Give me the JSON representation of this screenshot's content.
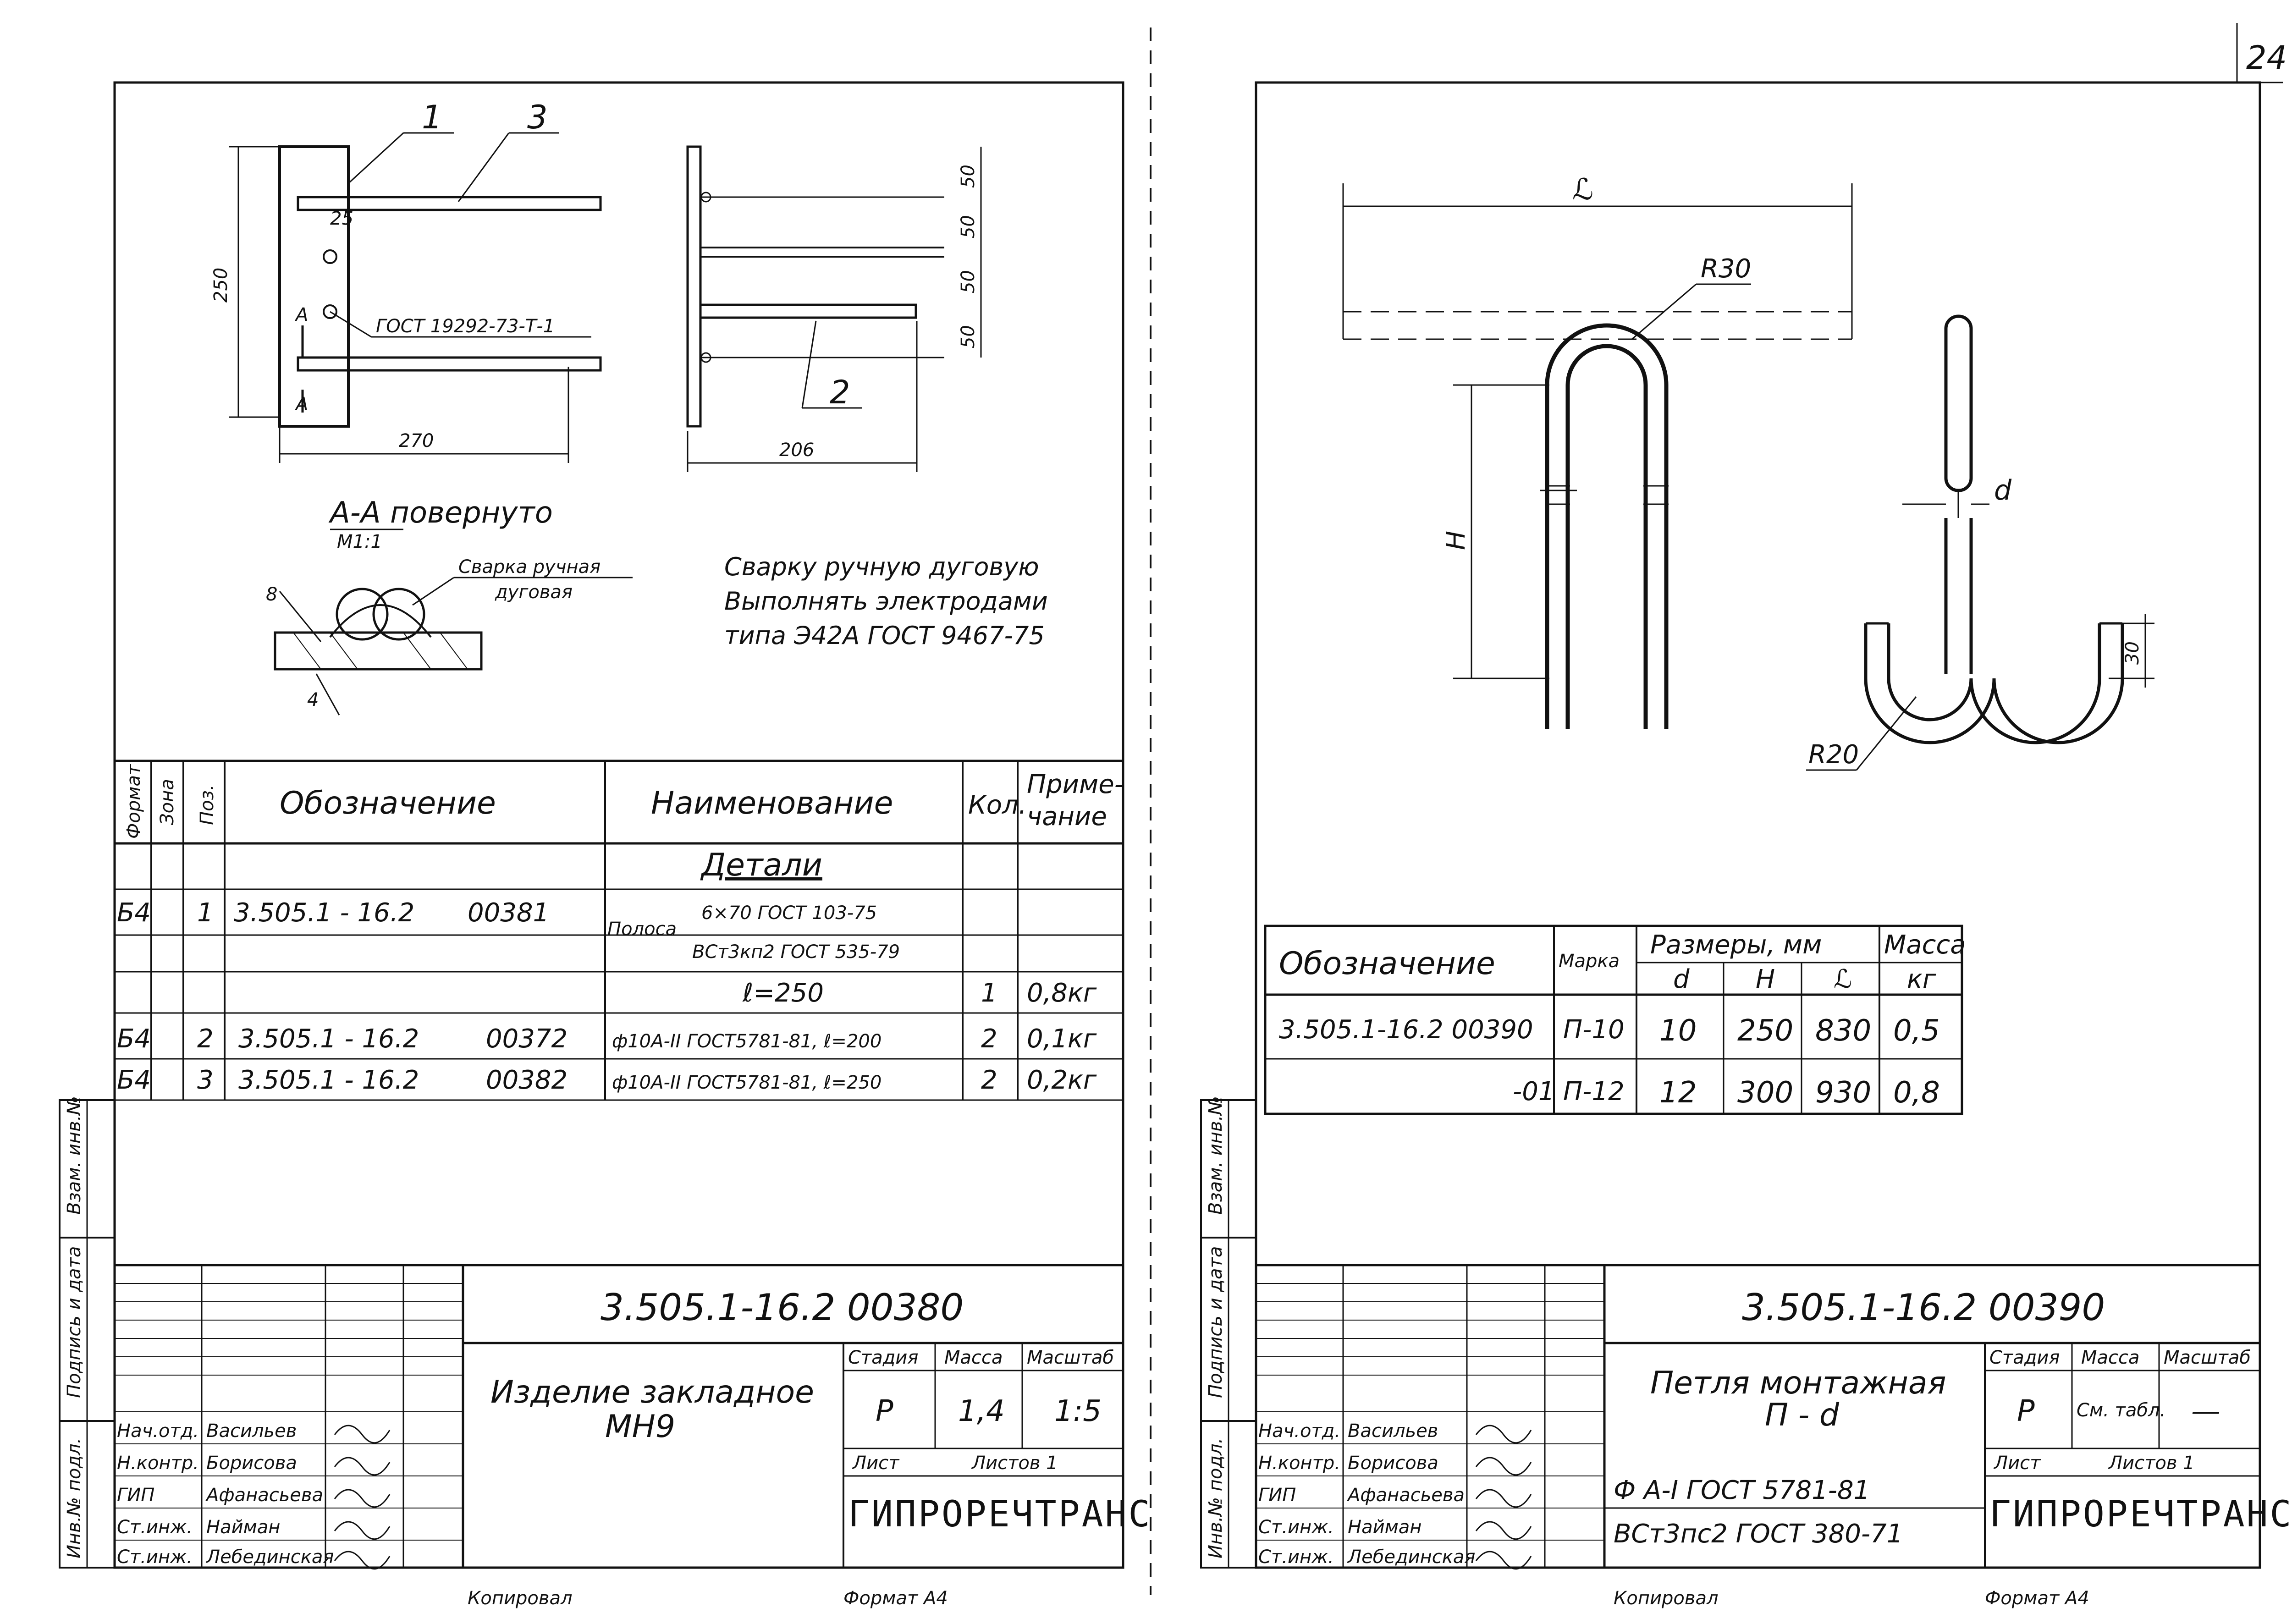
{
  "page_number": "24",
  "left": {
    "drawing": {
      "leaders": [
        "1",
        "3",
        "2"
      ],
      "dims": [
        "250",
        "25",
        "270",
        "206",
        "50",
        "50",
        "50",
        "50"
      ],
      "section_marks": [
        "А",
        "А"
      ],
      "gost_callout": "ГОСТ 19292-73-Т-1",
      "section_title": "А-А повернуто",
      "section_scale": "М1:1",
      "weld_label": "Сварка ручная",
      "weld_label2": "дуговая",
      "weld_dims": [
        "8",
        "4"
      ],
      "note_lines": [
        "Сварку ручную дуговую",
        "Выполнять электродами",
        "типа Э42А ГОСТ 9467-75"
      ]
    },
    "spec": {
      "headers": [
        "Формат",
        "Зона",
        "Поз.",
        "Обозначение",
        "Наименование",
        "Кол.",
        "Приме-",
        "чание"
      ],
      "section": "Детали",
      "rows": [
        {
          "fmt": "Б4",
          "pos": "1",
          "code": "3.505.1 - 16.2",
          "num": "00381",
          "name_prefix": "Полоса",
          "name1": "6×70 ГОСТ 103-75",
          "name2": "ВСт3кп2 ГОСТ 535-79",
          "name3": "ℓ=250",
          "qty": "1",
          "note": "0,8кг"
        },
        {
          "fmt": "Б4",
          "pos": "2",
          "code": "3.505.1 - 16.2",
          "num": "00372",
          "name": "ф10А-II ГОСТ5781-81, ℓ=200",
          "qty": "2",
          "note": "0,1кг"
        },
        {
          "fmt": "Б4",
          "pos": "3",
          "code": "3.505.1 - 16.2",
          "num": "00382",
          "name": "ф10А-II ГОСТ5781-81, ℓ=250",
          "qty": "2",
          "note": "0,2кг"
        }
      ]
    },
    "side_stamp": [
      "Инв.№ подл.",
      "Подпись и дата",
      "Взам. инв.№"
    ],
    "title_block": {
      "doc_code": "3.505.1-16.2   00380",
      "name1": "Изделие закладное",
      "name2": "МН9",
      "stage_label": "Стадия",
      "stage": "Р",
      "mass_label": "Масса",
      "mass": "1,4",
      "scale_label": "Масштаб",
      "scale": "1:5",
      "sheet_label": "Лист",
      "sheets_label": "Листов 1",
      "org": "ГИПРОРЕЧТРАНС",
      "people": [
        {
          "role": "Нач.отд.",
          "name": "Васильев"
        },
        {
          "role": "Н.контр.",
          "name": "Борисова"
        },
        {
          "role": "ГИП",
          "name": "Афанасьева"
        },
        {
          "role": "Ст.инж.",
          "name": "Найман"
        },
        {
          "role": "Ст.инж.",
          "name": "Лебединская"
        }
      ]
    },
    "footer_copied": "Копировал",
    "footer_format": "Формат А4"
  },
  "right": {
    "drawing": {
      "dims": [
        "ℒ",
        "R30",
        "H",
        "d",
        "30",
        "R20"
      ]
    },
    "table": {
      "headers": [
        "Обозначение",
        "Марка",
        "Размеры, мм",
        "Масса"
      ],
      "sub_headers": [
        "d",
        "H",
        "ℒ",
        "кг"
      ],
      "rows": [
        {
          "code": "3.505.1-16.2  00390",
          "mark": "П-10",
          "d": "10",
          "H": "250",
          "L": "830",
          "mass": "0,5"
        },
        {
          "code": "-01",
          "mark": "П-12",
          "d": "12",
          "H": "300",
          "L": "930",
          "mass": "0,8"
        }
      ]
    },
    "side_stamp": [
      "Инв.№ подл.",
      "Подпись и дата",
      "Взам. инв.№"
    ],
    "title_block": {
      "doc_code": "3.505.1-16.2   00390",
      "name1": "Петля монтажная",
      "name2": "П - d",
      "material1": "Ф   А-I  ГОСТ 5781-81",
      "material2": "ВСт3пс2  ГОСТ 380-71",
      "stage_label": "Стадия",
      "stage": "Р",
      "mass_label": "Масса",
      "mass": "См. табл.",
      "scale_label": "Масштаб",
      "scale": "—",
      "sheet_label": "Лист",
      "sheets_label": "Листов 1",
      "org": "ГИПРОРЕЧТРАНС",
      "people": [
        {
          "role": "Нач.отд.",
          "name": "Васильев"
        },
        {
          "role": "Н.контр.",
          "name": "Борисова"
        },
        {
          "role": "ГИП",
          "name": "Афанасьева"
        },
        {
          "role": "Ст.инж.",
          "name": "Найман"
        },
        {
          "role": "Ст.инж.",
          "name": "Лебединская"
        }
      ]
    },
    "footer_copied": "Копировал",
    "footer_format": "Формат А4"
  }
}
